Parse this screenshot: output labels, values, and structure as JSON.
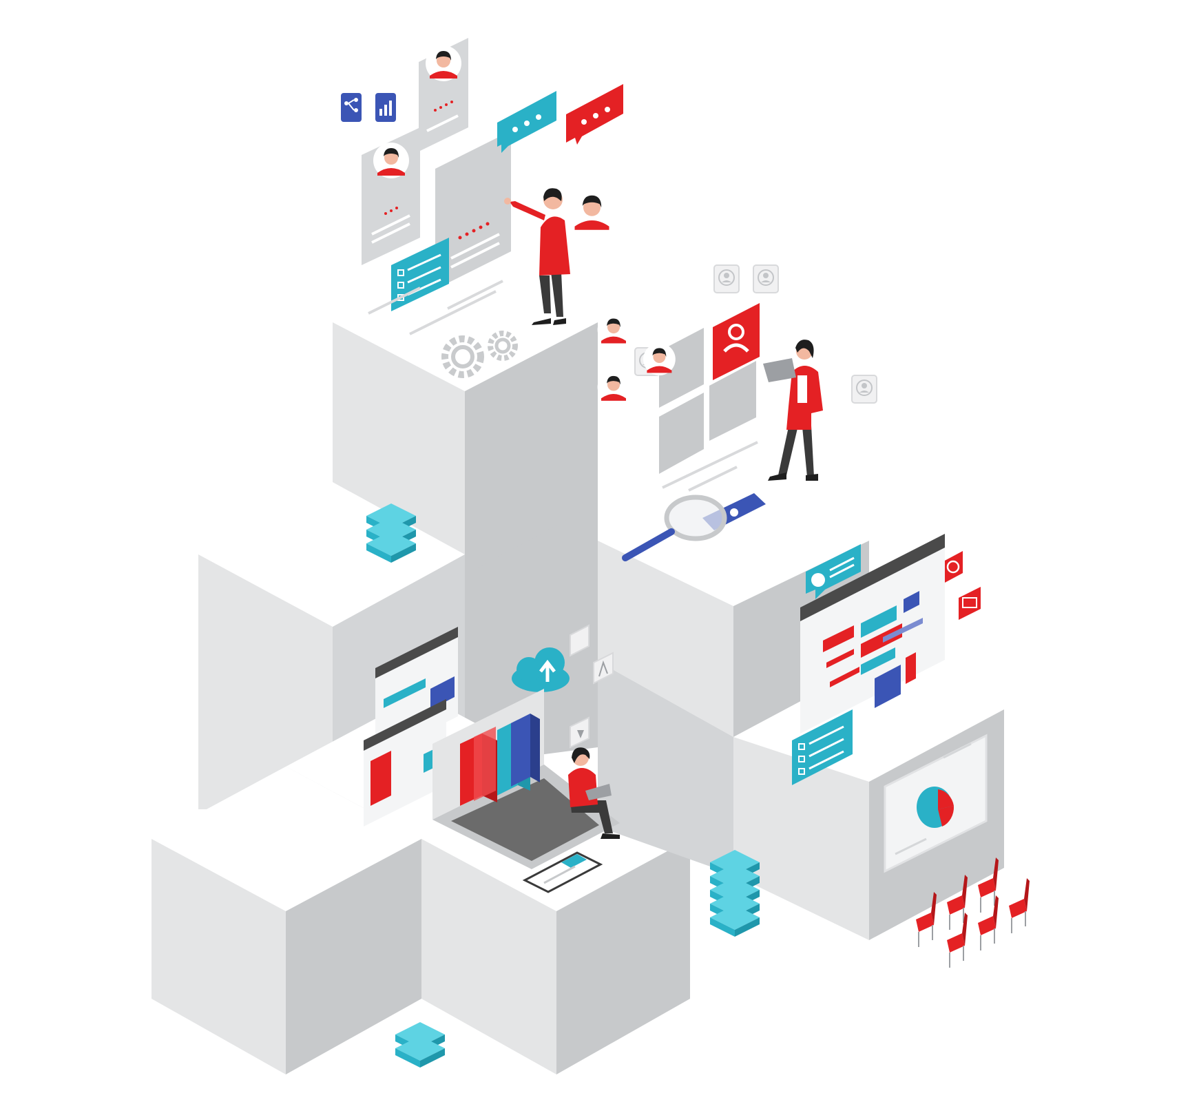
{
  "illustration": {
    "colors": {
      "background": "#ffffff",
      "cube_top": "#ffffff",
      "cube_left": "#e4e5e6",
      "cube_right": "#c7c9cb",
      "accent_red": "#e42124",
      "accent_cyan": "#2ab1c7",
      "accent_cyan_light": "#5ed3e3",
      "accent_blue": "#3b55b5",
      "skin": "#f2b8a0",
      "hair": "#1e1e1e",
      "pants": "#3a3a3a",
      "card_gray": "#cfd1d3",
      "ui_gray": "#9c9fa3"
    },
    "groups": [
      "candidate-profiles-tower",
      "team-directory-tower",
      "learning-library-cube",
      "scheduling-dashboard-cube",
      "database-stacks",
      "meeting-chairs"
    ],
    "icons": [
      "org-chart-icon",
      "bar-chart-icon",
      "chat-bubble-icon",
      "gear-icon",
      "database-stack-icon",
      "user-icon",
      "magnifier-icon",
      "cloud-upload-icon",
      "image-icon",
      "font-icon",
      "play-icon",
      "star-icon",
      "clock-icon",
      "mail-icon",
      "pie-chart-icon",
      "checklist-icon",
      "chair-icon"
    ]
  }
}
